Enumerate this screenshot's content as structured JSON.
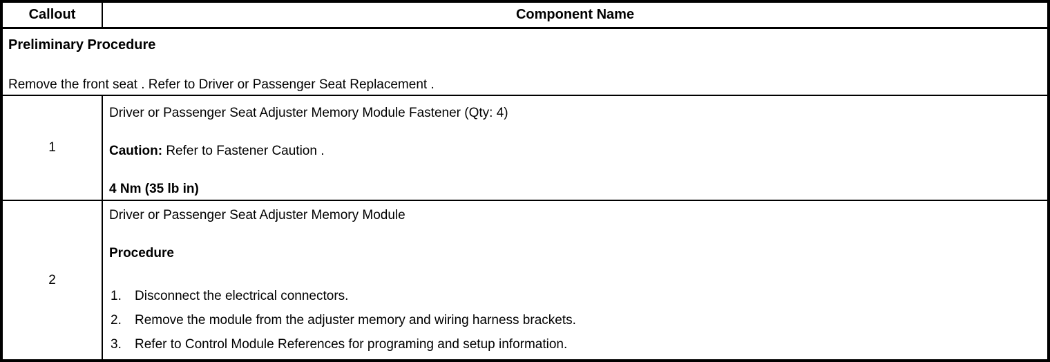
{
  "table": {
    "header": {
      "callout": "Callout",
      "component_name": "Component Name"
    },
    "preliminary": {
      "title": "Preliminary Procedure",
      "body": "Remove the front seat . Refer to Driver or Passenger Seat Replacement ."
    },
    "rows": [
      {
        "callout": "1",
        "component": "Driver or Passenger Seat Adjuster Memory Module Fastener (Qty: 4)",
        "caution_label": "Caution:",
        "caution_text": " Refer to Fastener Caution .",
        "torque": "4 Nm (35 lb in)"
      },
      {
        "callout": "2",
        "component": "Driver or Passenger Seat Adjuster Memory Module",
        "procedure_label": "Procedure",
        "steps": [
          {
            "num": "1.",
            "text": "Disconnect the electrical connectors."
          },
          {
            "num": "2.",
            "text": "Remove the module from the adjuster memory and wiring harness brackets."
          },
          {
            "num": "3.",
            "text": "Refer to Control Module References for programing and setup information."
          }
        ]
      }
    ]
  },
  "colors": {
    "border": "#000000",
    "text": "#000000",
    "background": "#ffffff"
  }
}
